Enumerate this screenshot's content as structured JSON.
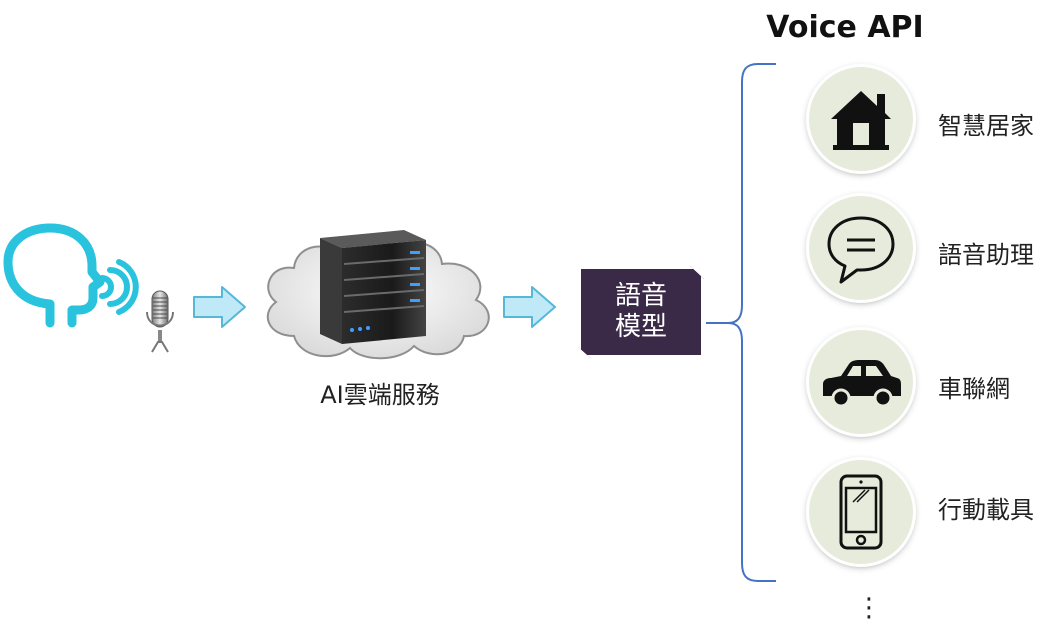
{
  "diagram": {
    "title": "Voice API",
    "cloud_label": "AI雲端服務",
    "model_label_line1": "語音",
    "model_label_line2": "模型",
    "api_items": [
      {
        "label": "智慧居家",
        "icon": "house-icon"
      },
      {
        "label": "語音助理",
        "icon": "chat-bubble-icon"
      },
      {
        "label": "車聯網",
        "icon": "car-icon"
      },
      {
        "label": "行動載具",
        "icon": "smartphone-icon"
      }
    ],
    "more_indicator": "⋮",
    "colors": {
      "speaker_teal": "#29c3de",
      "arrow_fill": "#bfe9f7",
      "arrow_stroke": "#56b7d9",
      "model_box": "#3b2a47",
      "circle_bg": "#e7ebdc",
      "bracket": "#4472c4"
    }
  }
}
